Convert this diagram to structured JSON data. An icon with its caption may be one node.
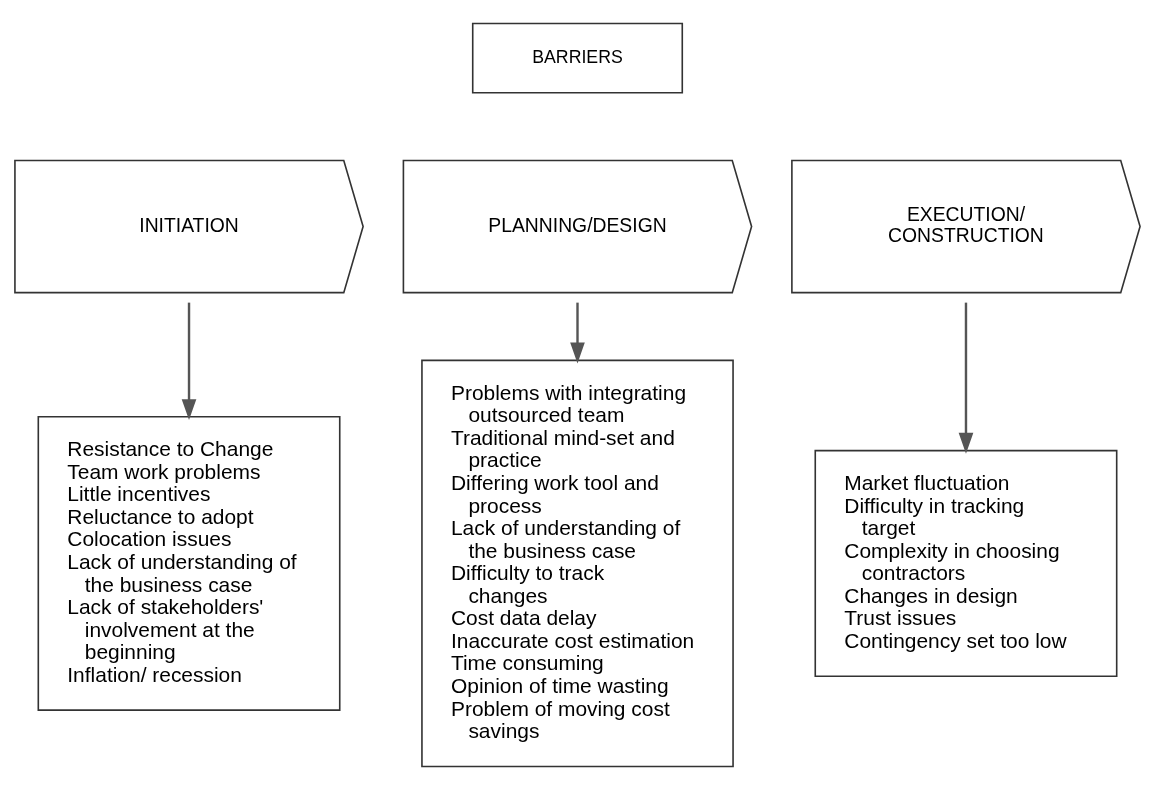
{
  "diagram": {
    "nodes": [
      {
        "text": [
          "BARRIERS"
        ]
      },
      {
        "text": [
          "INITIATION"
        ]
      },
      {
        "text": [
          "PLANNING/DESIGN"
        ]
      },
      {
        "text": [
          "EXECUTION/ CONSTRUCTION"
        ]
      },
      {
        "text": [
          "Resistance to Change",
          "Team work problems",
          "Little incentives",
          "Reluctance to adopt",
          "Colocation issues",
          "Lack of understanding of the business case",
          "Lack of stakeholders' involvement at the beginning",
          "Inflation/ recession"
        ]
      },
      {
        "text": [
          "Problems with integrating outsourced team",
          "Traditional mind-set and practice",
          "Differing work tool and process",
          "Lack of understanding of the business case",
          "Difficulty to track changes",
          "Cost data delay",
          "Inaccurate cost estimation",
          "Time consuming",
          "Opinion of time wasting",
          "Problem of moving cost savings"
        ]
      },
      {
        "text": [
          "Market fluctuation",
          "Difficulty in tracking target",
          "Complexity in choosing contractors",
          "Changes in design",
          "Trust issues",
          "Contingency set too low"
        ]
      }
    ],
    "edges": [
      {
        "from": 1,
        "to": 4,
        "arrow": "to"
      },
      {
        "from": 2,
        "to": 5,
        "arrow": "to"
      },
      {
        "from": 3,
        "to": 6,
        "arrow": "to"
      }
    ]
  }
}
